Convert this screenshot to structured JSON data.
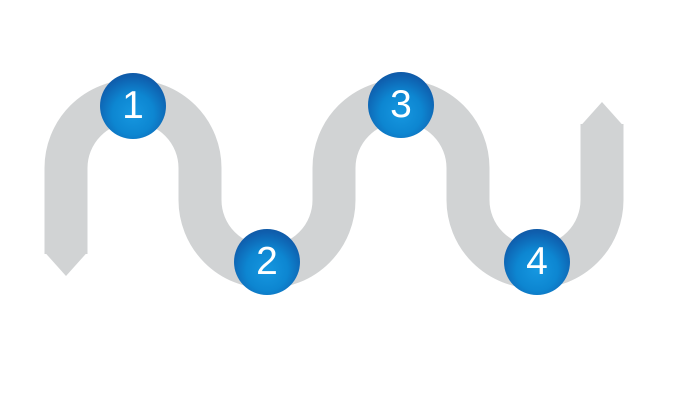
{
  "diagram": {
    "type": "wavy-process-timeline",
    "steps": [
      {
        "label": "1",
        "position": "peak-1"
      },
      {
        "label": "2",
        "position": "trough-1"
      },
      {
        "label": "3",
        "position": "peak-2"
      },
      {
        "label": "4",
        "position": "trough-2"
      }
    ],
    "colors": {
      "background": "#ffffff",
      "ribbon": "#d1d3d4",
      "badge_light": "#1697e0",
      "badge_mid": "#0d86d1",
      "badge_dark": "#0f5fae",
      "badge_rim": "#114e96",
      "label": "#ffffff"
    }
  }
}
